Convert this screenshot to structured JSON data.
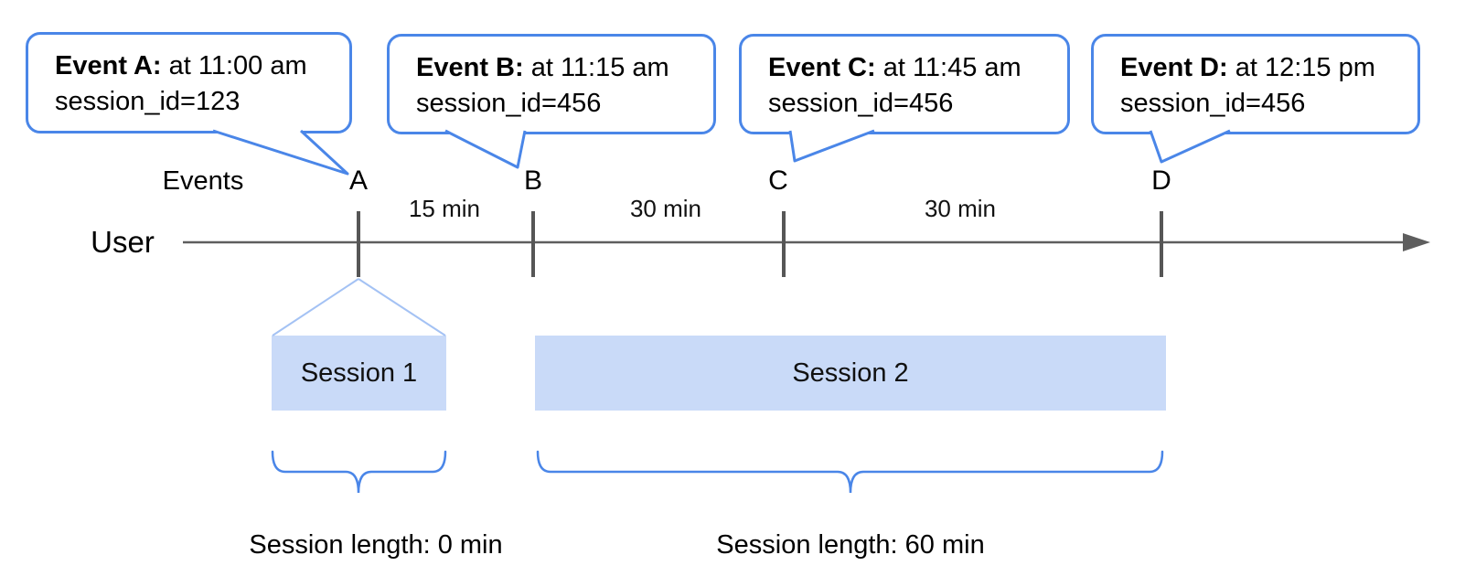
{
  "diagram": {
    "title_hint": "Event sessionization timeline",
    "axis_label": "User",
    "events_label": "Events",
    "bubbles": [
      {
        "event": "Event A:",
        "time": " at 11:00 am",
        "session": "session_id=123"
      },
      {
        "event": "Event B:",
        "time": " at 11:15 am",
        "session": "session_id=456"
      },
      {
        "event": "Event C:",
        "time": " at 11:45 am",
        "session": "session_id=456"
      },
      {
        "event": "Event D:",
        "time": " at 12:15 pm",
        "session": "session_id=456"
      }
    ],
    "event_markers": [
      "A",
      "B",
      "C",
      "D"
    ],
    "intervals": [
      "15 min",
      "30 min",
      "30 min"
    ],
    "sessions": [
      {
        "label": "Session 1",
        "length_label": "Session length: 0 min"
      },
      {
        "label": "Session 2",
        "length_label": "Session length: 60 min"
      }
    ],
    "colors": {
      "bubble_border": "#4a86e8",
      "brace": "#4a86e8",
      "session_fill": "#c9daf8",
      "funnel_line": "#a4c2f4",
      "timeline_gray": "#5e5e5e",
      "text": "#000000"
    }
  }
}
